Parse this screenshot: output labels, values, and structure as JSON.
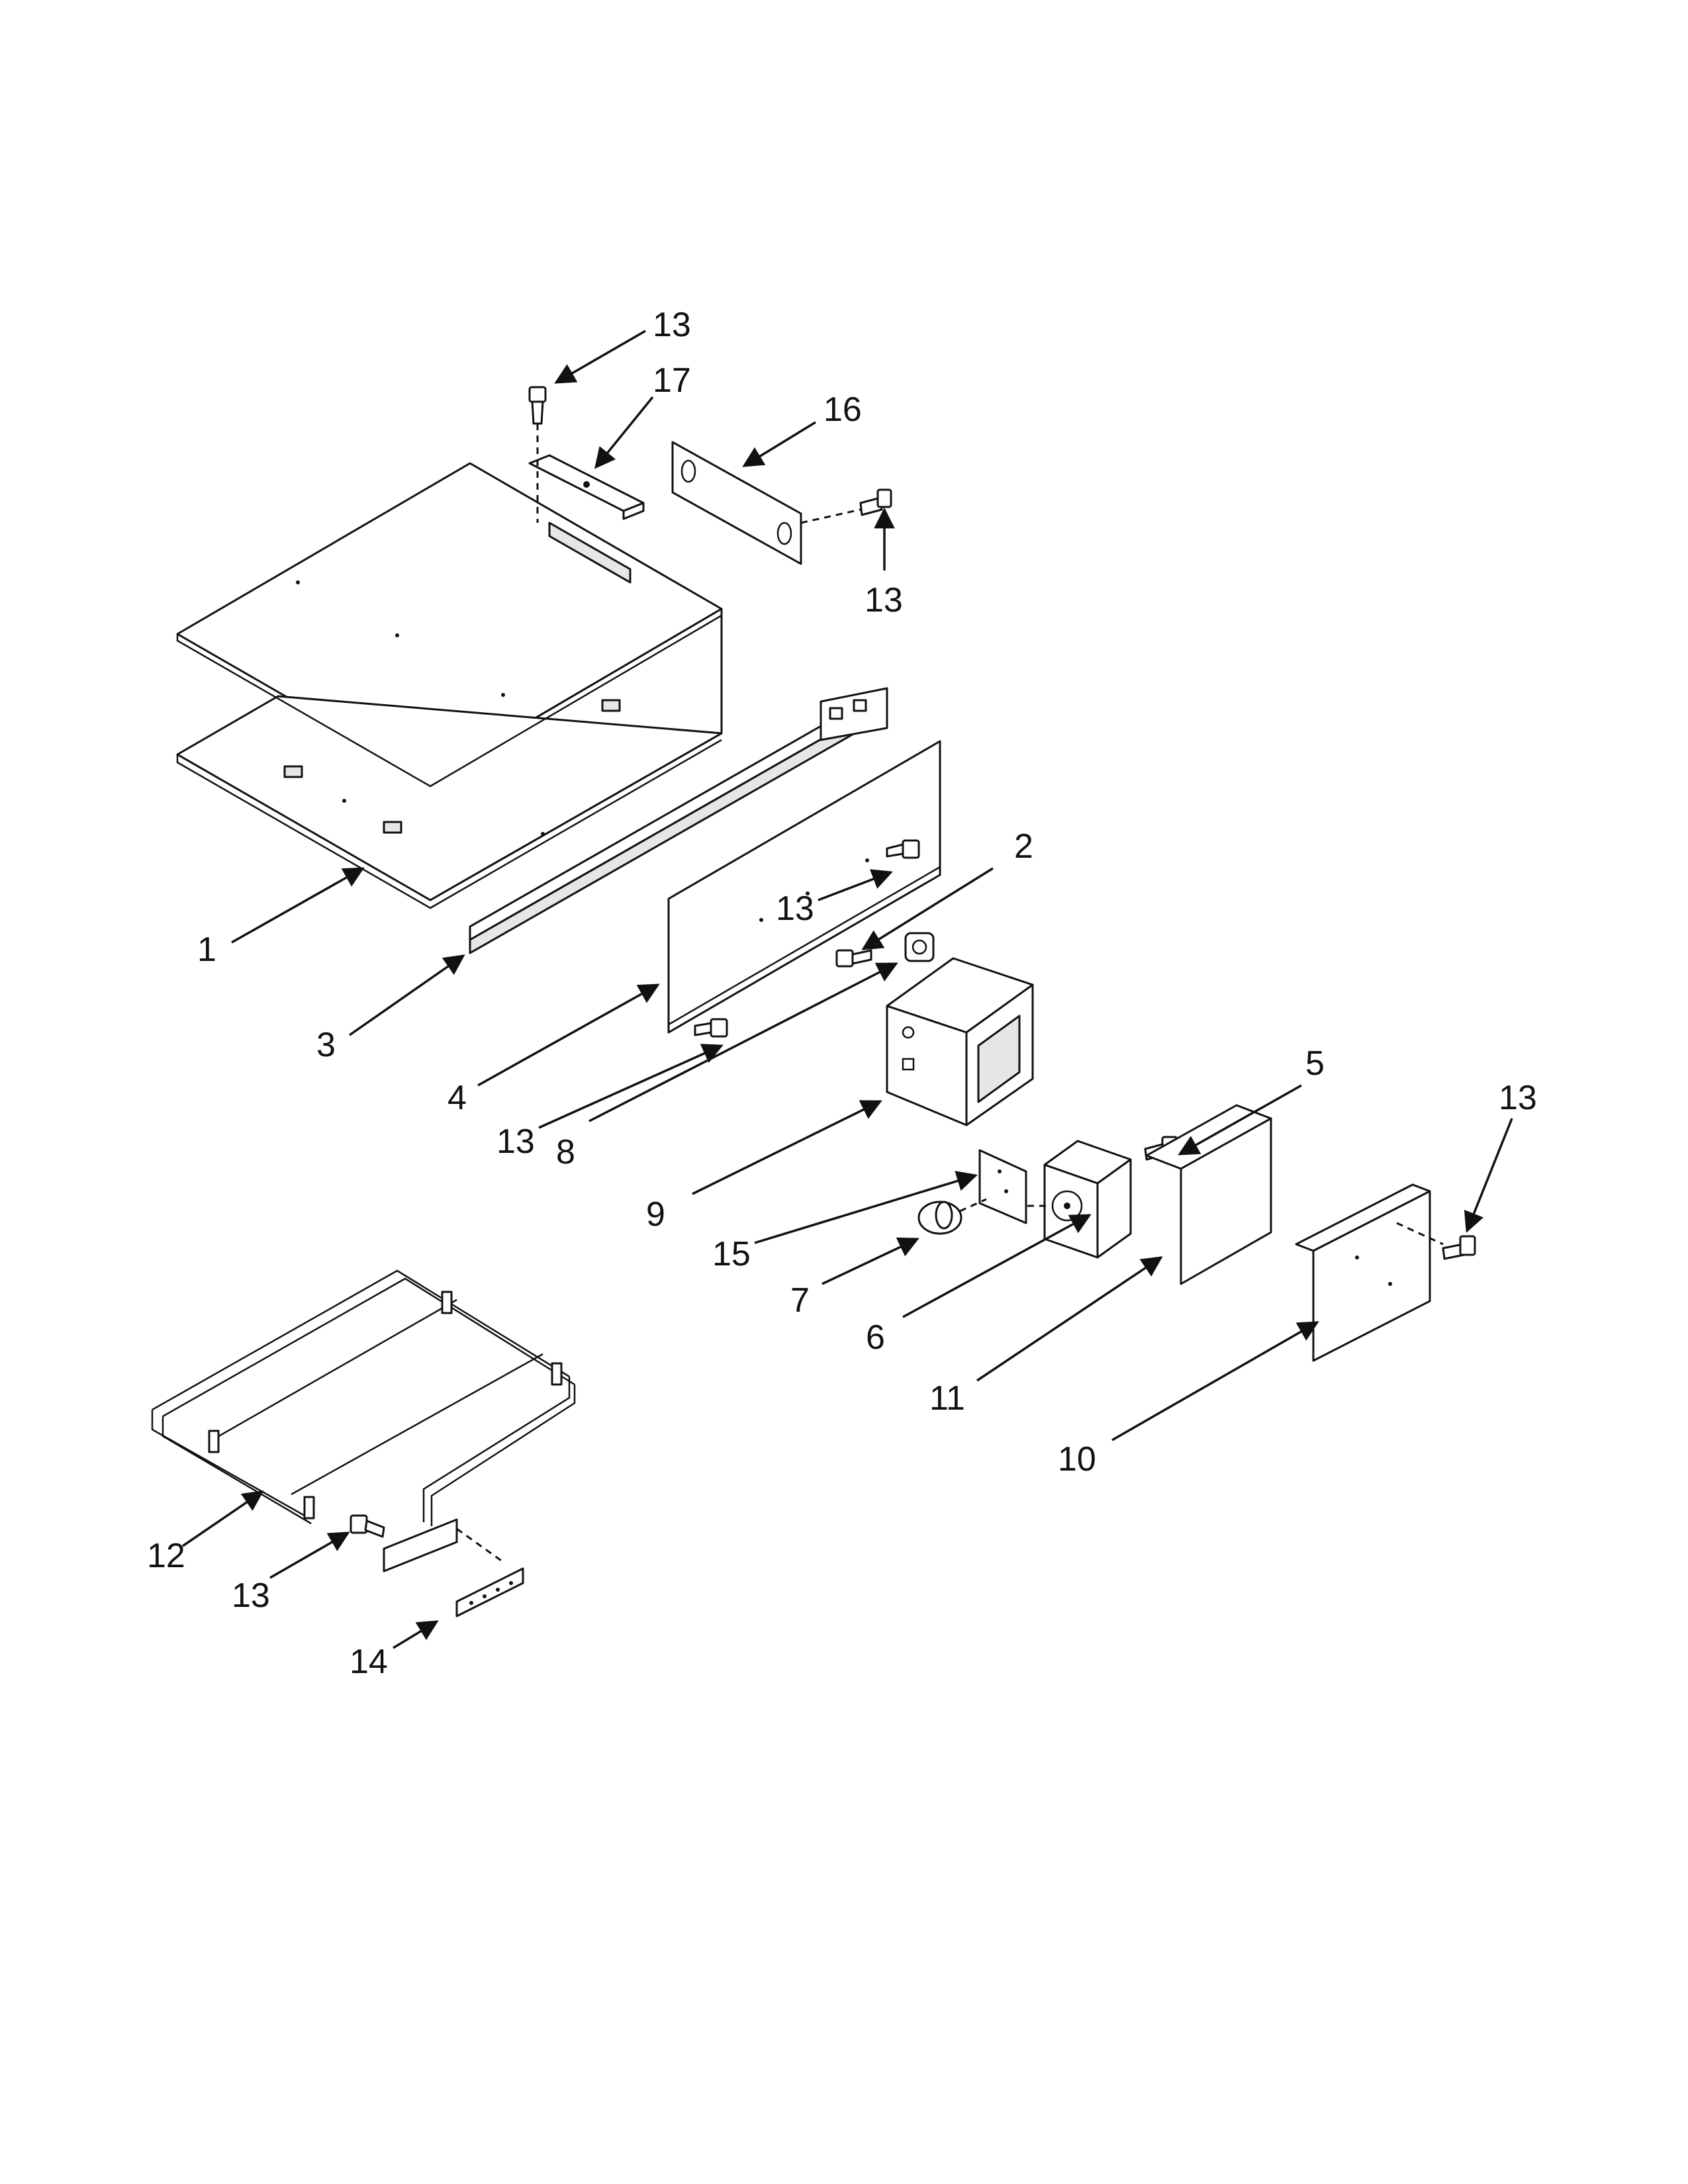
{
  "callouts": [
    {
      "id": "c13a",
      "text": "13"
    },
    {
      "id": "c17",
      "text": "17"
    },
    {
      "id": "c16",
      "text": "16"
    },
    {
      "id": "c13b",
      "text": "13"
    },
    {
      "id": "c1",
      "text": "1"
    },
    {
      "id": "c3",
      "text": "3"
    },
    {
      "id": "c2",
      "text": "2"
    },
    {
      "id": "c13c",
      "text": "13"
    },
    {
      "id": "c4",
      "text": "4"
    },
    {
      "id": "c13d",
      "text": "13"
    },
    {
      "id": "c8",
      "text": "8"
    },
    {
      "id": "c5",
      "text": "5"
    },
    {
      "id": "c13e",
      "text": "13"
    },
    {
      "id": "c9",
      "text": "9"
    },
    {
      "id": "c15",
      "text": "15"
    },
    {
      "id": "c7",
      "text": "7"
    },
    {
      "id": "c6",
      "text": "6"
    },
    {
      "id": "c11",
      "text": "11"
    },
    {
      "id": "c10",
      "text": "10"
    },
    {
      "id": "c12",
      "text": "12"
    },
    {
      "id": "c13f",
      "text": "13"
    },
    {
      "id": "c14",
      "text": "14"
    }
  ]
}
